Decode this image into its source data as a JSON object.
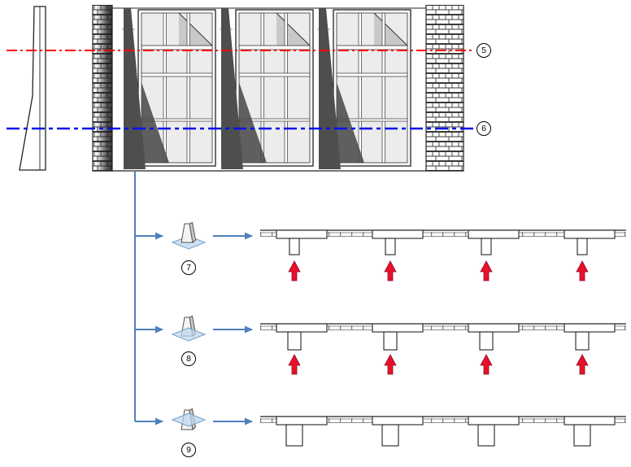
{
  "section_lines": [
    {
      "label": "5",
      "color": "#ff0000",
      "style": "dash-dot"
    },
    {
      "label": "6",
      "color": "#0011ee",
      "style": "long-dash-dot"
    }
  ],
  "cut_rows": [
    {
      "label": "7",
      "red_arrows": 4
    },
    {
      "label": "8",
      "red_arrows": 4
    },
    {
      "label": "9",
      "red_arrows": 0
    }
  ],
  "colors": {
    "section_line_red": "#ff0000",
    "section_line_blue": "#0011ee",
    "connector_blue": "#4f81bd",
    "red_arrow": "#e8112d",
    "cut_plane_fill": "#cfe2f3",
    "shadow_gray": "#4e4e4e"
  },
  "icons": [
    {
      "name": "cut-plane-icon-low"
    },
    {
      "name": "cut-plane-icon-mid-low"
    },
    {
      "name": "cut-plane-icon-mid"
    }
  ]
}
